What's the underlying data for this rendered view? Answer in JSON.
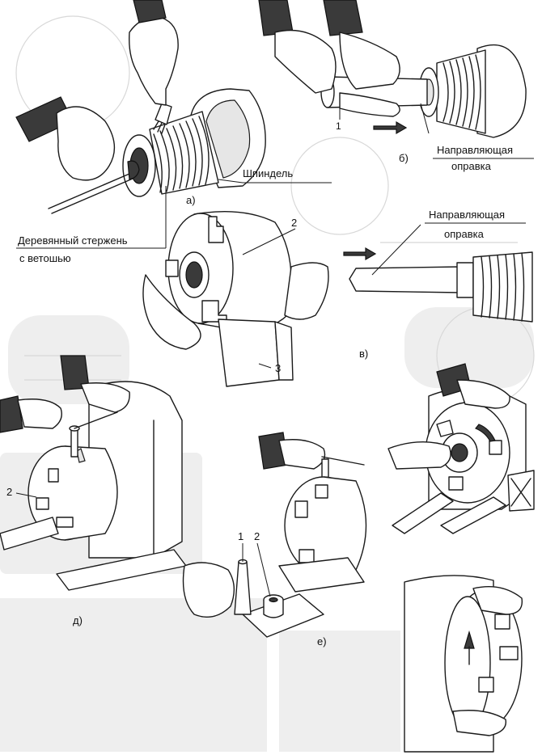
{
  "figures": {
    "a": {
      "letter": "а)",
      "spindle_label": "Шпиндель",
      "rod_label_line1": "Деревянный стержень",
      "rod_label_line2": "с ветошью"
    },
    "b": {
      "letter": "б)",
      "part_number": "1",
      "mandrel_label_line1": "Направляющая",
      "mandrel_label_line2": "оправка"
    },
    "c": {
      "letter": "в)",
      "chuck_number": "2",
      "block_number": "3",
      "mandrel_label_line1": "Направляющая",
      "mandrel_label_line2": "оправка"
    },
    "d": {
      "letter": "д)",
      "chuck_number": "2"
    },
    "e": {
      "letter": "е)",
      "part_1": "1",
      "part_2": "2"
    }
  },
  "colors": {
    "ink": "#1a1a1a",
    "ghost": "#d8d8d8",
    "paper": "#ffffff"
  },
  "icons": {
    "motion_arrow": "arrow-right-icon",
    "rotation_arrow": "arrow-curved-icon",
    "rotation_up": "arrow-up-icon"
  }
}
